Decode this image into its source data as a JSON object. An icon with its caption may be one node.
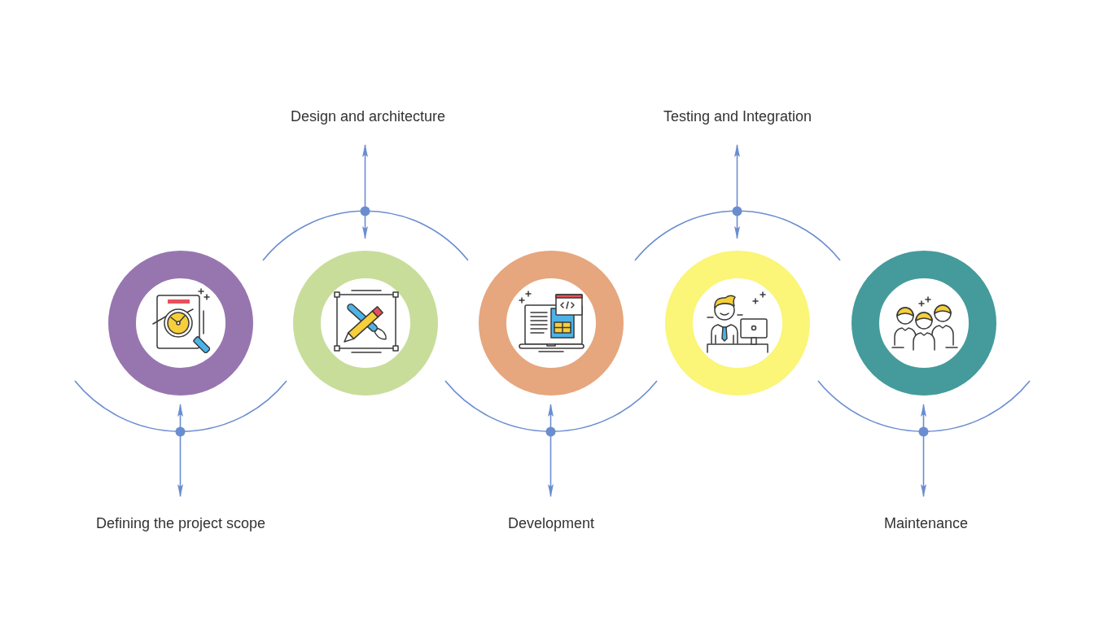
{
  "diagram": {
    "nodes": [
      {
        "text": [],
        "shape": "circle"
      },
      {
        "text": [
          "Defining the project scope"
        ]
      },
      {
        "text": [],
        "shape": "circle"
      },
      {
        "text": [
          "Design and architecture"
        ]
      },
      {
        "text": [],
        "shape": "circle"
      },
      {
        "text": [
          "Development"
        ]
      },
      {
        "text": [],
        "shape": "circle"
      },
      {
        "text": [
          "Testing and Integration"
        ]
      },
      {
        "text": [],
        "shape": "circle"
      },
      {
        "text": [
          "Maintenance"
        ]
      }
    ],
    "edges": [
      {
        "from": 0,
        "to": 1,
        "arrow": "both"
      },
      {
        "from": 2,
        "to": 3,
        "arrow": "both"
      },
      {
        "from": 4,
        "to": 5,
        "arrow": "both"
      },
      {
        "from": 6,
        "to": 7,
        "arrow": "both"
      },
      {
        "from": 8,
        "to": 9,
        "arrow": "both"
      }
    ]
  }
}
